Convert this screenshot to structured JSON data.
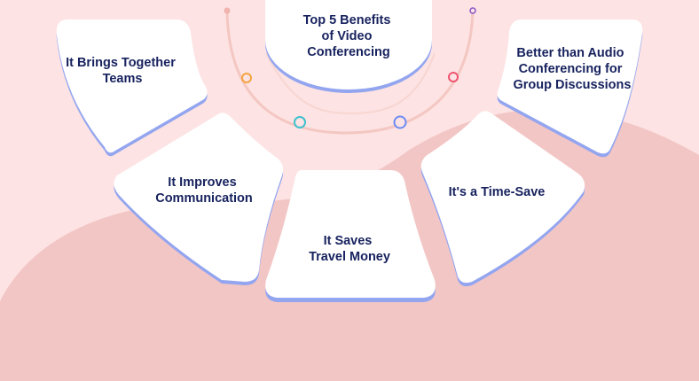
{
  "title": [
    "Top 5 Benefits",
    "of Video",
    "Conferencing"
  ],
  "benefits": [
    [
      "It Brings Together",
      "Teams"
    ],
    [
      "It Improves",
      "Communication"
    ],
    [
      "It Saves",
      "Travel Money"
    ],
    [
      "It's a Time-Save"
    ],
    [
      "Better than Audio",
      "Conferencing for",
      "Group Discussions"
    ]
  ],
  "colors": {
    "background": "#fde3e3",
    "wave": "#f3c6c6",
    "card": "#ffffff",
    "card_shadow": "#93a5ef",
    "text": "#17225e",
    "arc": "#f4c7c2",
    "dot_orange": "#f5a441",
    "dot_teal": "#3fc1cd",
    "dot_blue": "#6d8bf2",
    "dot_red": "#ef5470",
    "dot_purple": "#8a53c6"
  }
}
